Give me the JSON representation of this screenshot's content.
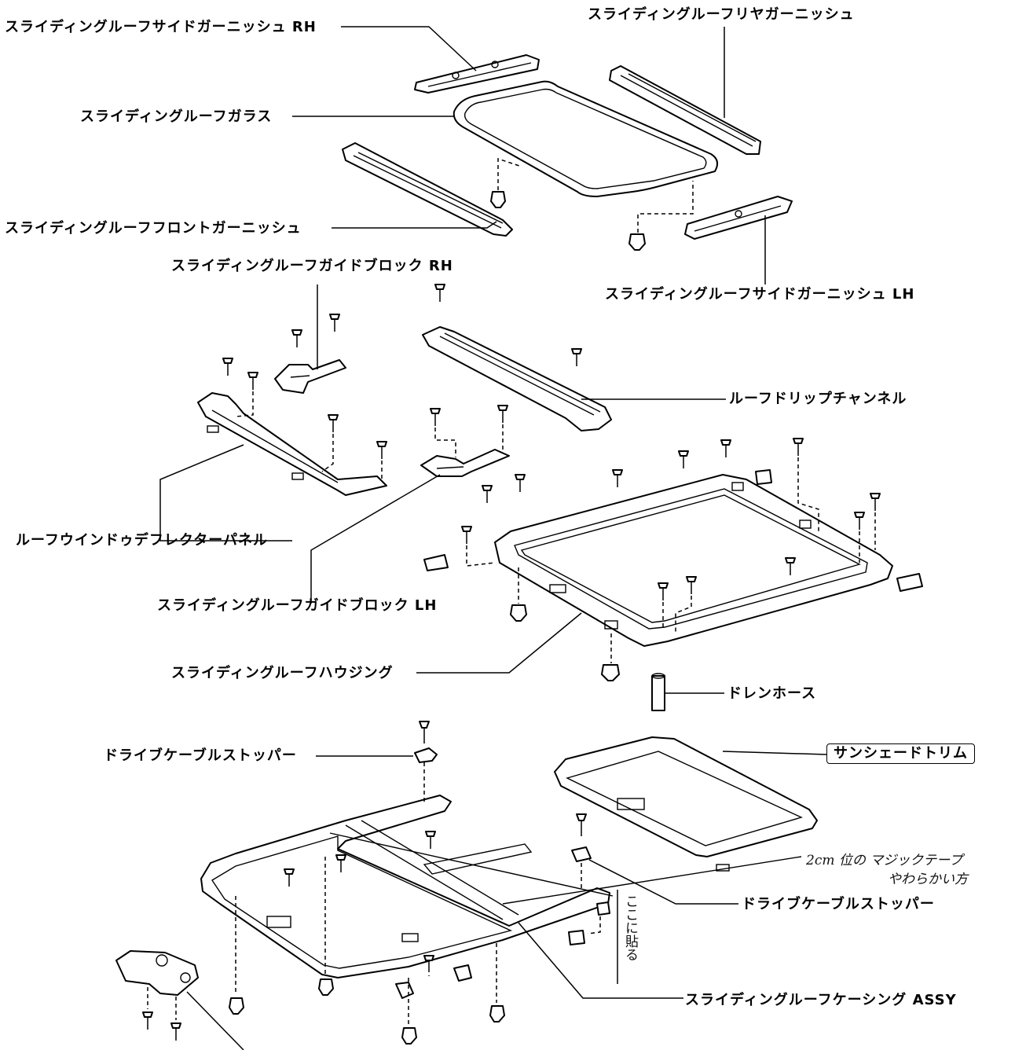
{
  "labels": {
    "side_garnish_rh": "スライディングルーフサイドガーニッシュ RH",
    "rear_garnish": "スライディングルーフリヤガーニッシュ",
    "glass": "スライディングルーフガラス",
    "front_garnish": "スライディングルーフフロントガーニッシュ",
    "side_garnish_lh": "スライディングルーフサイドガーニッシュ LH",
    "guide_block_rh": "スライディングルーフガイドブロック RH",
    "drip_channel": "ルーフドリップチャンネル",
    "deflector_panel": "ルーフウインドゥデフレクターパネル",
    "guide_block_lh": "スライディングルーフガイドブロック LH",
    "housing": "スライディングルーフハウジング",
    "drain_hose": "ドレンホース",
    "cable_stopper_top": "ドライブケーブルストッパー",
    "sunshade_trim": "サンシェードトリム",
    "cable_stopper_right": "ドライブケーブルストッパー",
    "casing_assy": "スライディングルーフケーシング ASSY"
  },
  "handwritten": {
    "note_line1": "2cm 位の マジックテープ",
    "note_line2": "やわらかい方",
    "vertical_note": "ここに貼る"
  }
}
